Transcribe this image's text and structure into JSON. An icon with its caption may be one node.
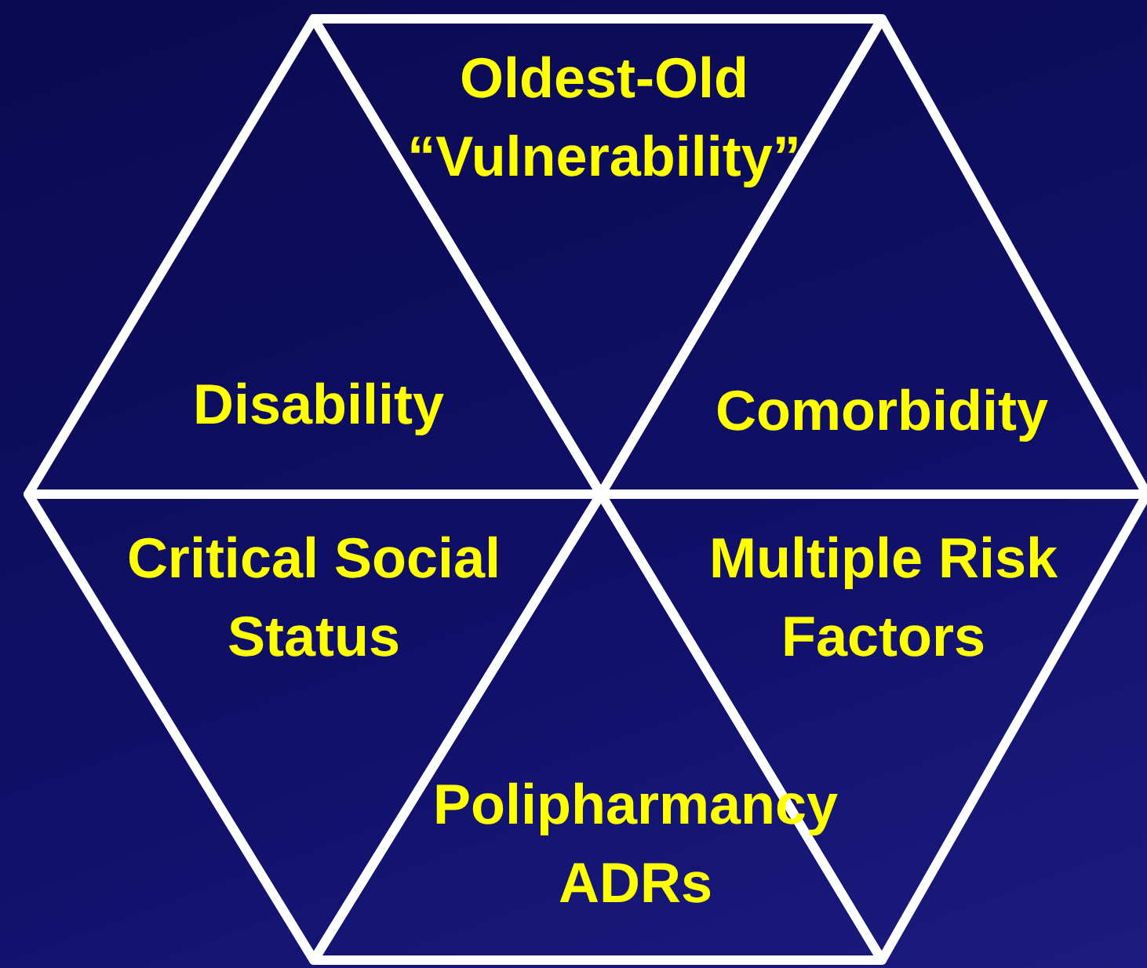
{
  "diagram": {
    "nodes": [
      {
        "text": [
          "Oldest-Old “Vulnerability”"
        ]
      },
      {
        "text": [
          "Disability"
        ]
      },
      {
        "text": [
          "Comorbidity"
        ]
      },
      {
        "text": [
          "Critical Social Status"
        ]
      },
      {
        "text": [
          "Multiple Risk Factors"
        ]
      },
      {
        "text": [
          "Polipharmancy ADRs"
        ]
      }
    ]
  }
}
